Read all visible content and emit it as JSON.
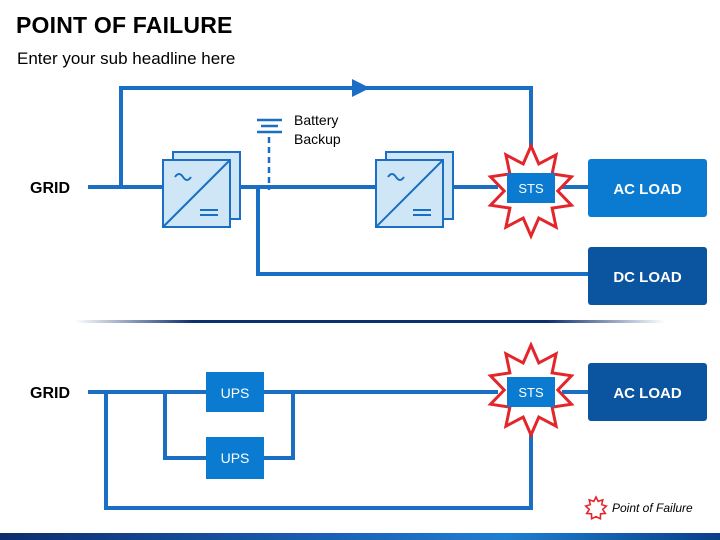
{
  "header": {
    "title": "POINT OF FAILURE",
    "subtitle": "Enter your sub headline here"
  },
  "top_diagram": {
    "grid_label": "GRID",
    "battery_label_line1": "Battery",
    "battery_label_line2": "Backup",
    "sts_label": "STS",
    "ac_load_label": "AC LOAD",
    "dc_load_label": "DC LOAD"
  },
  "bottom_diagram": {
    "grid_label": "GRID",
    "ups1_label": "UPS",
    "ups2_label": "UPS",
    "sts_label": "STS",
    "ac_load_label": "AC LOAD"
  },
  "legend": {
    "label": "Point of Failure"
  },
  "colors": {
    "line": "#1a6fc4",
    "box_light": "#0a7bd0",
    "box_dark": "#0b55a0",
    "failure_star": "#e3262b",
    "converter_fill": "#cfe6f7"
  }
}
